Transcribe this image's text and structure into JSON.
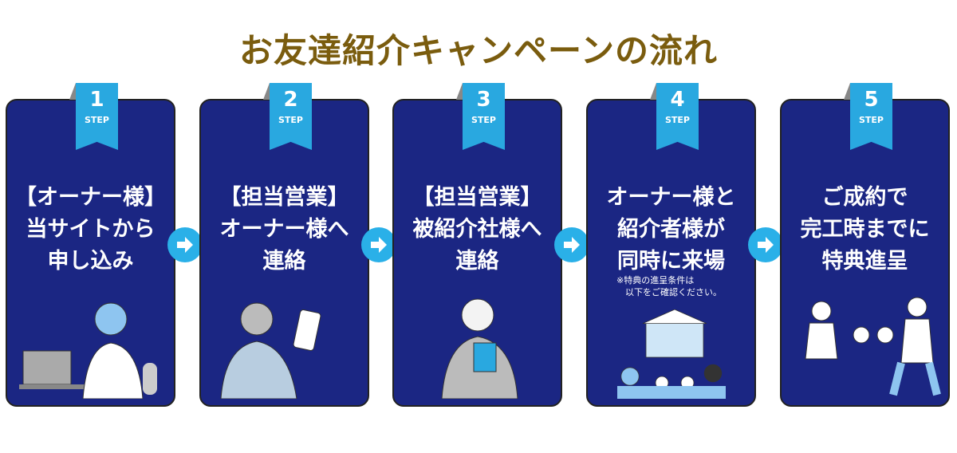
{
  "title": "お友達紹介キャンペーンの流れ",
  "step_label": "STEP",
  "steps": [
    {
      "num": "1",
      "text": "【オーナー様】\n当サイトから\n申し込み"
    },
    {
      "num": "2",
      "text": "【担当営業】\nオーナー様へ\n連絡"
    },
    {
      "num": "3",
      "text": "【担当営業】\n被紹介社様へ\n連絡"
    },
    {
      "num": "4",
      "text": "オーナー様と\n紹介者様が\n同時に来場",
      "note": "※特典の進呈条件は\n　以下をご確認ください。"
    },
    {
      "num": "5",
      "text": "ご成約で\n完工時までに\n特典進呈"
    }
  ],
  "colors": {
    "card": "#1b2683",
    "accent": "#29a8e0",
    "title": "#7a5c0e"
  }
}
